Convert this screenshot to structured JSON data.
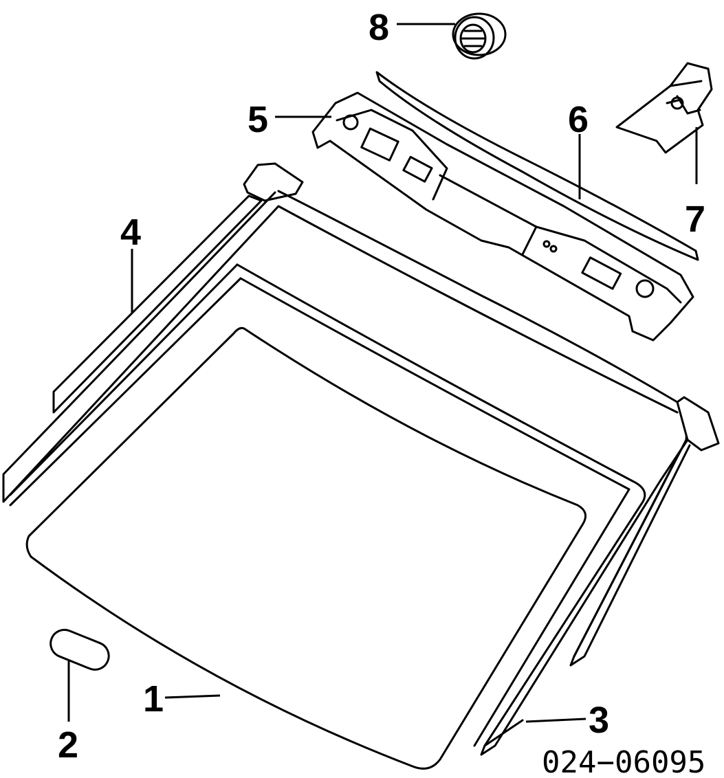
{
  "diagram": {
    "callouts": [
      {
        "id": "1",
        "label": "1"
      },
      {
        "id": "2",
        "label": "2"
      },
      {
        "id": "3",
        "label": "3"
      },
      {
        "id": "4",
        "label": "4"
      },
      {
        "id": "5",
        "label": "5"
      },
      {
        "id": "6",
        "label": "6"
      },
      {
        "id": "7",
        "label": "7"
      },
      {
        "id": "8",
        "label": "8"
      }
    ],
    "diagram_code": "024−06095"
  }
}
